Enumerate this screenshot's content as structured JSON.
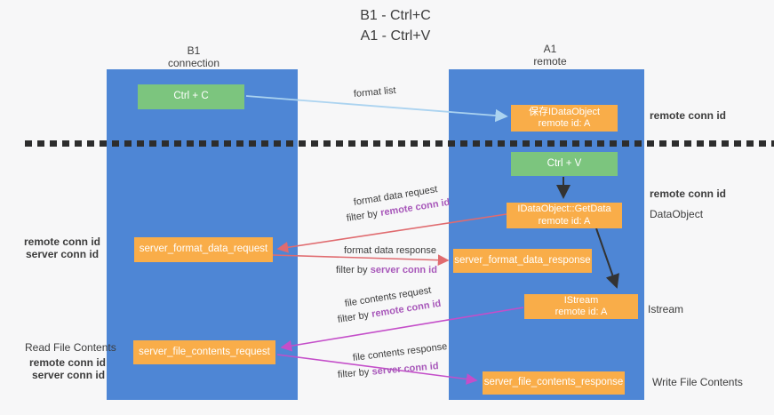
{
  "title": {
    "line1": "B1 - Ctrl+C",
    "line2": "A1 - Ctrl+V"
  },
  "lanes": {
    "left": {
      "name": "B1",
      "subtitle": "connection"
    },
    "right": {
      "name": "A1",
      "subtitle": "remote"
    }
  },
  "boxes": {
    "ctrl_c": "Ctrl + C",
    "ctrl_v": "Ctrl + V",
    "save_dataobject_line1": "保存IDataObject",
    "save_dataobject_line2": "remote id: A",
    "getdata_line1": "IDataObject::GetData",
    "getdata_line2": "remote id: A",
    "istream_line1": "IStream",
    "istream_line2": "remote id: A",
    "server_format_data_request": "server_format_data_request",
    "server_format_data_response": "server_format_data_response",
    "server_file_contents_request": "server_file_contents_request",
    "server_file_contents_response": "server_file_contents_response"
  },
  "arrow_labels": {
    "format_list": "format list",
    "format_data_request": "format data request",
    "format_data_response": "format data response",
    "file_contents_request": "file contents request",
    "file_contents_response": "file contents response",
    "filter_by": "filter by",
    "remote_conn_id": "remote conn id",
    "server_conn_id": "server conn id"
  },
  "side_labels": {
    "remote_conn_id": "remote conn id",
    "server_conn_id": "server conn id",
    "dataobject": "DataObject",
    "istream": "Istream",
    "read_file_contents": "Read File Contents",
    "write_file_contents": "Write File Contents"
  },
  "colors": {
    "lane_blue": "#4e86d5",
    "box_green": "#7cc57e",
    "box_orange": "#f9ad49",
    "arrow_light_blue": "#abd3f0",
    "arrow_red": "#e06b6f",
    "arrow_magenta": "#c44ec9",
    "arrow_black": "#333333",
    "text_purple": "#a858ba",
    "text_green": "#5cb166",
    "text_dark": "#3c3c3c"
  }
}
